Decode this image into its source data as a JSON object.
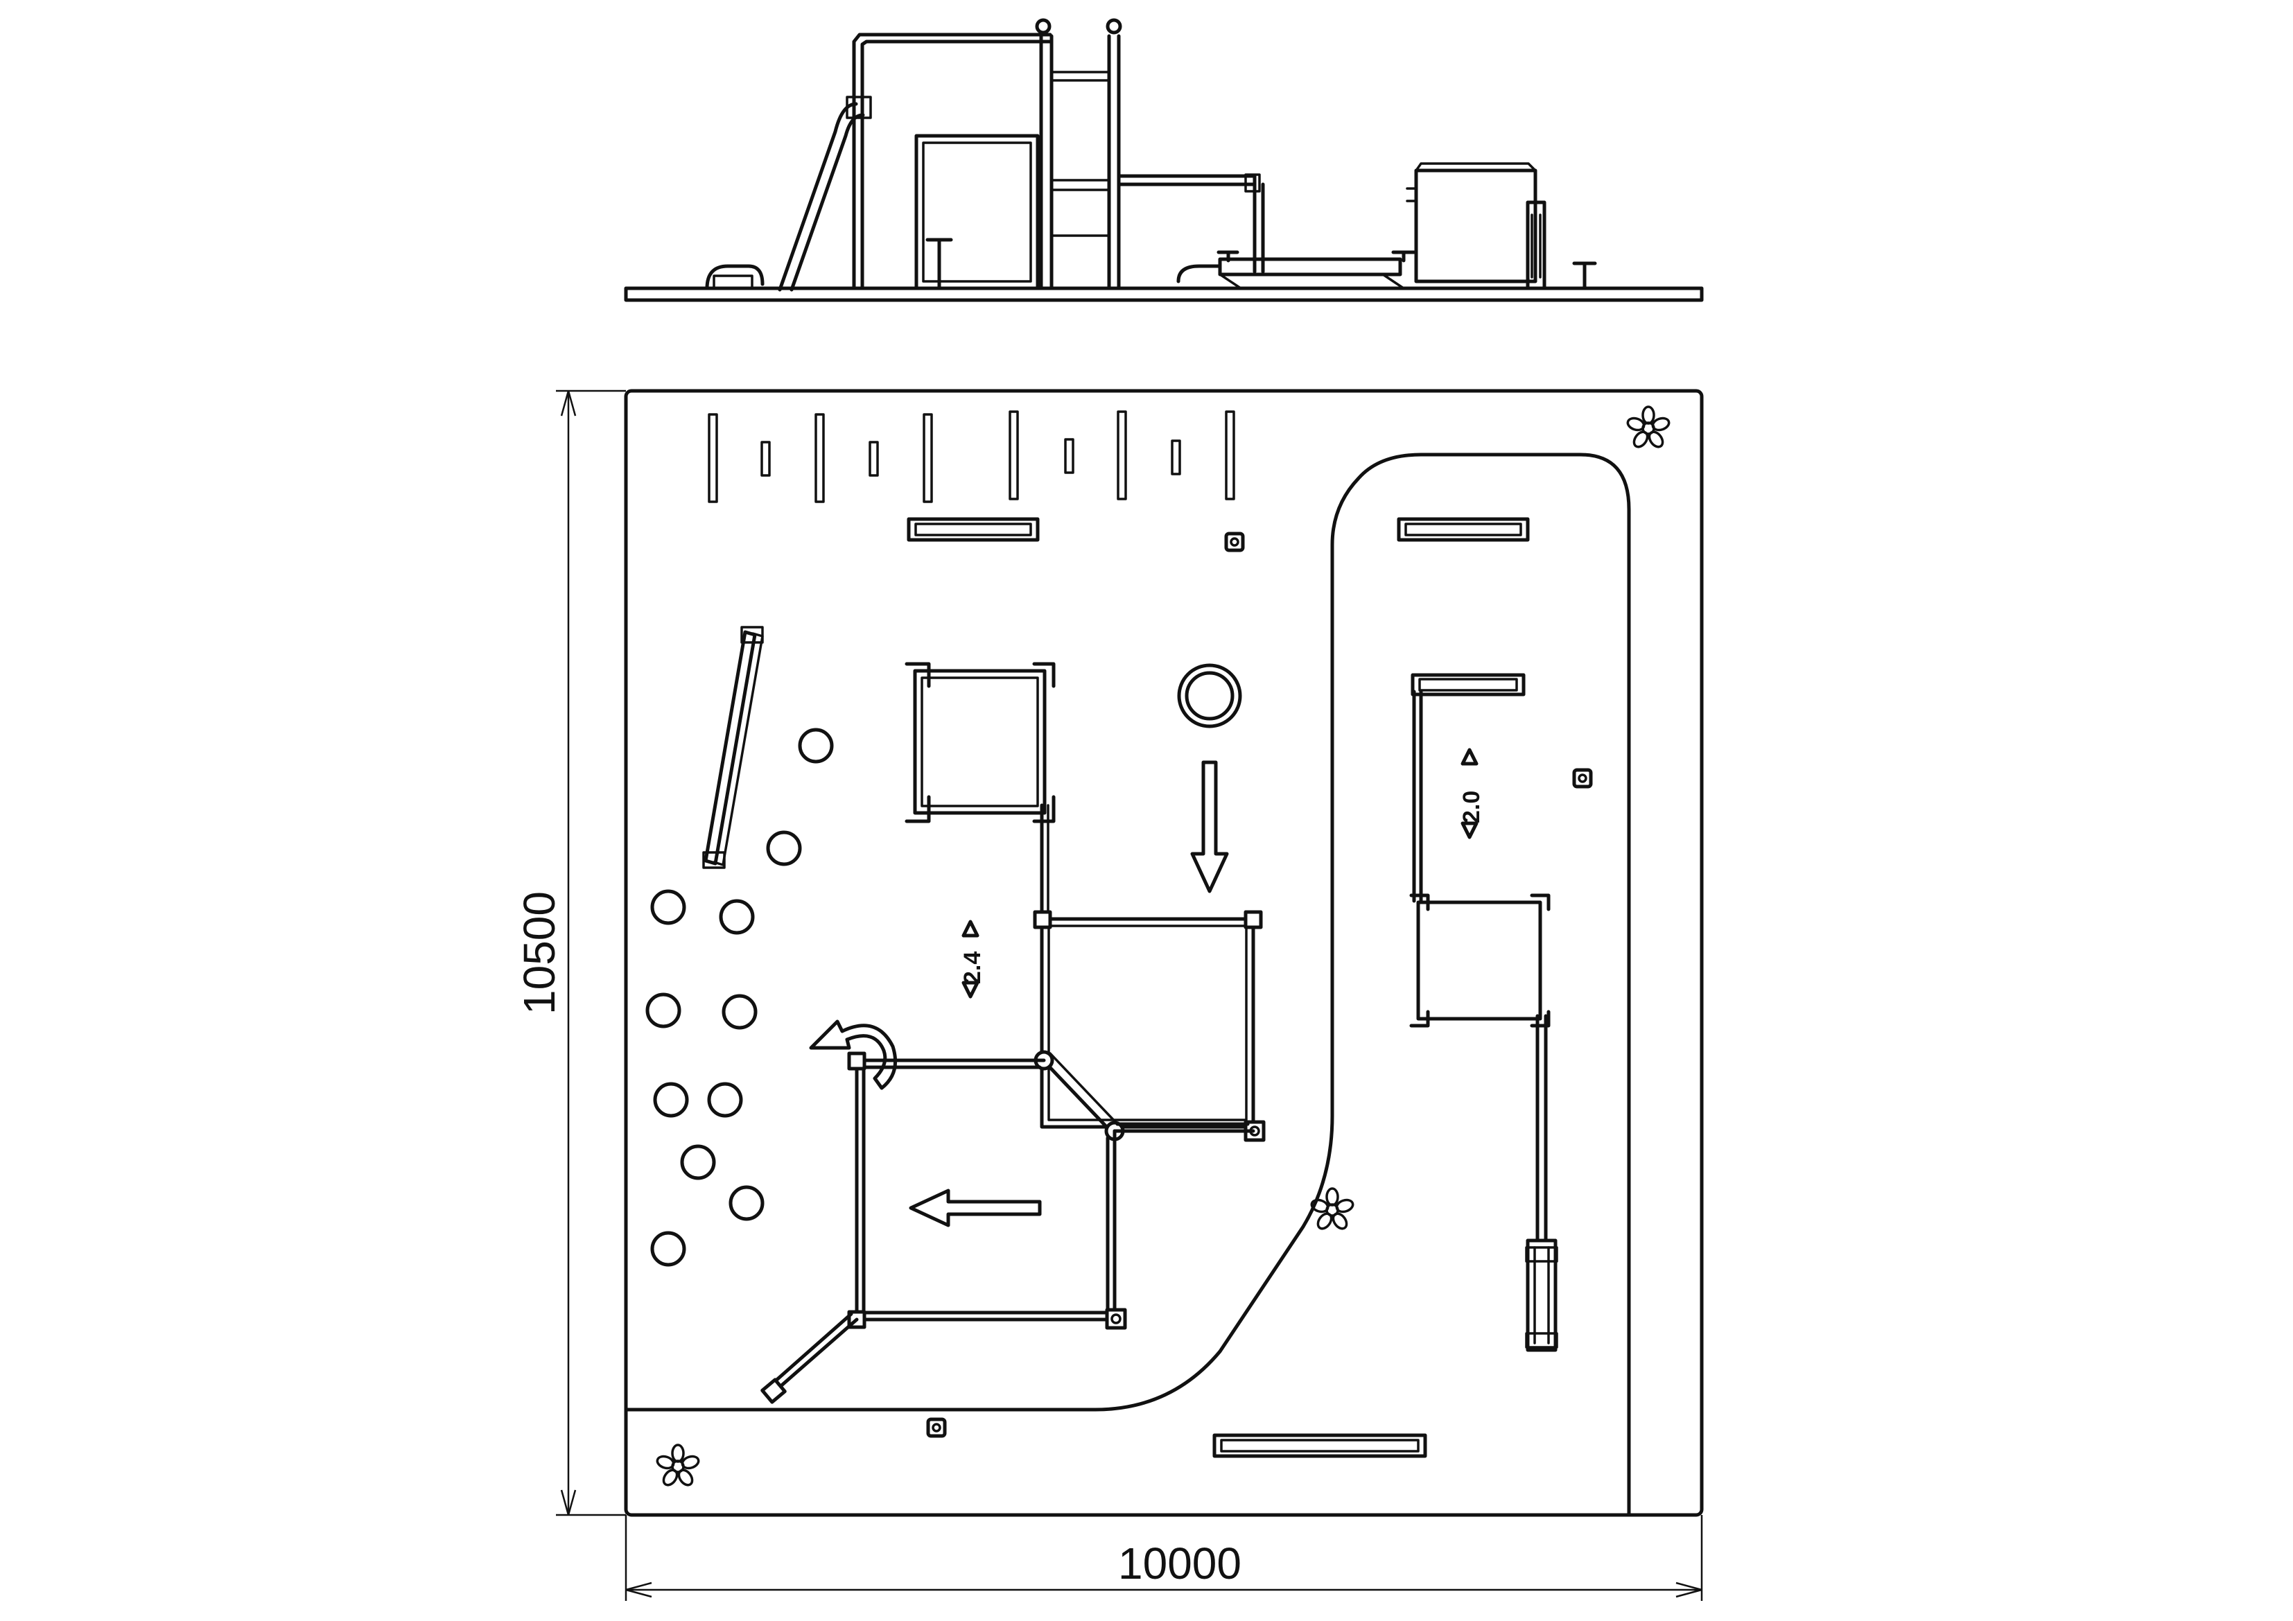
{
  "dimensions": {
    "width": "10000",
    "height": "10500"
  },
  "labels": {
    "height_mark_left": "2.4",
    "height_mark_right": "2.0"
  },
  "colors": {
    "line": "#111111",
    "background": "#ffffff"
  },
  "icons": [
    "flower-icon",
    "down-arrow-icon",
    "left-arrow-icon",
    "rotate-arrow-icon",
    "height-arrow-icon"
  ]
}
